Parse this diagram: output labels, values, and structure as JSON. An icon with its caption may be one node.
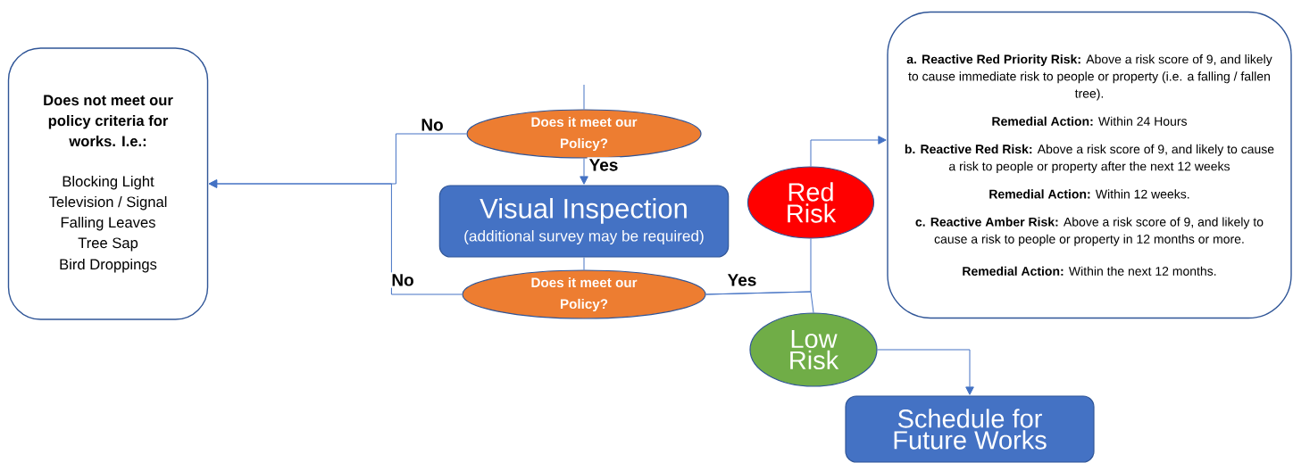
{
  "diagram": {
    "nodes": [
      {
        "text": [
          "Does not meet our policy criteria for works. I.e.:",
          "Blocking Light",
          "Television / Signal",
          "Falling Leaves",
          "Tree Sap",
          "Bird Droppings"
        ]
      },
      {
        "text": [
          "Does it meet our Policy?"
        ]
      },
      {
        "text": [
          "Visual Inspection",
          "(additional survey may be required)"
        ]
      },
      {
        "text": [
          "Does it meet our Policy?"
        ]
      },
      {
        "text": [
          "Red Risk"
        ]
      },
      {
        "text": [
          "**a. Reactive Red Priority Risk:** Above a risk score of 9, and likely to cause immediate risk to people or property (i.e. a falling / fallen tree).",
          "**Remedial Action:** Within 24 Hours",
          "**b. Reactive Red Risk:** Above a risk score of 9, and likely to cause a risk to people or property after the next 12 weeks",
          "**Remedial Action:** Within 12 weeks.",
          "**c. Reactive Amber Risk:** Above a risk score of 9, and likely to cause a risk to people or property in 12 months or more.",
          "**Remedial Action:** Within the next 12 months."
        ]
      },
      {
        "text": [
          "Low Risk"
        ]
      },
      {
        "text": [
          "Schedule for Future Works"
        ]
      }
    ],
    "edges": [
      {
        "from": null,
        "to": 1,
        "arrow": "none"
      },
      {
        "from": 1,
        "to": 0,
        "arrow": "to",
        "label": "No"
      },
      {
        "from": 1,
        "to": 2,
        "arrow": "to",
        "label": "Yes"
      },
      {
        "from": 2,
        "to": 3,
        "arrow": "none"
      },
      {
        "from": 3,
        "to": 0,
        "arrow": "to",
        "label": "No"
      },
      {
        "from": 3,
        "to": 4,
        "arrow": "none",
        "label": "Yes"
      },
      {
        "from": 3,
        "to": 6,
        "arrow": "none"
      },
      {
        "from": 4,
        "to": 5,
        "arrow": "to"
      },
      {
        "from": 6,
        "to": 7,
        "arrow": "to"
      }
    ]
  }
}
